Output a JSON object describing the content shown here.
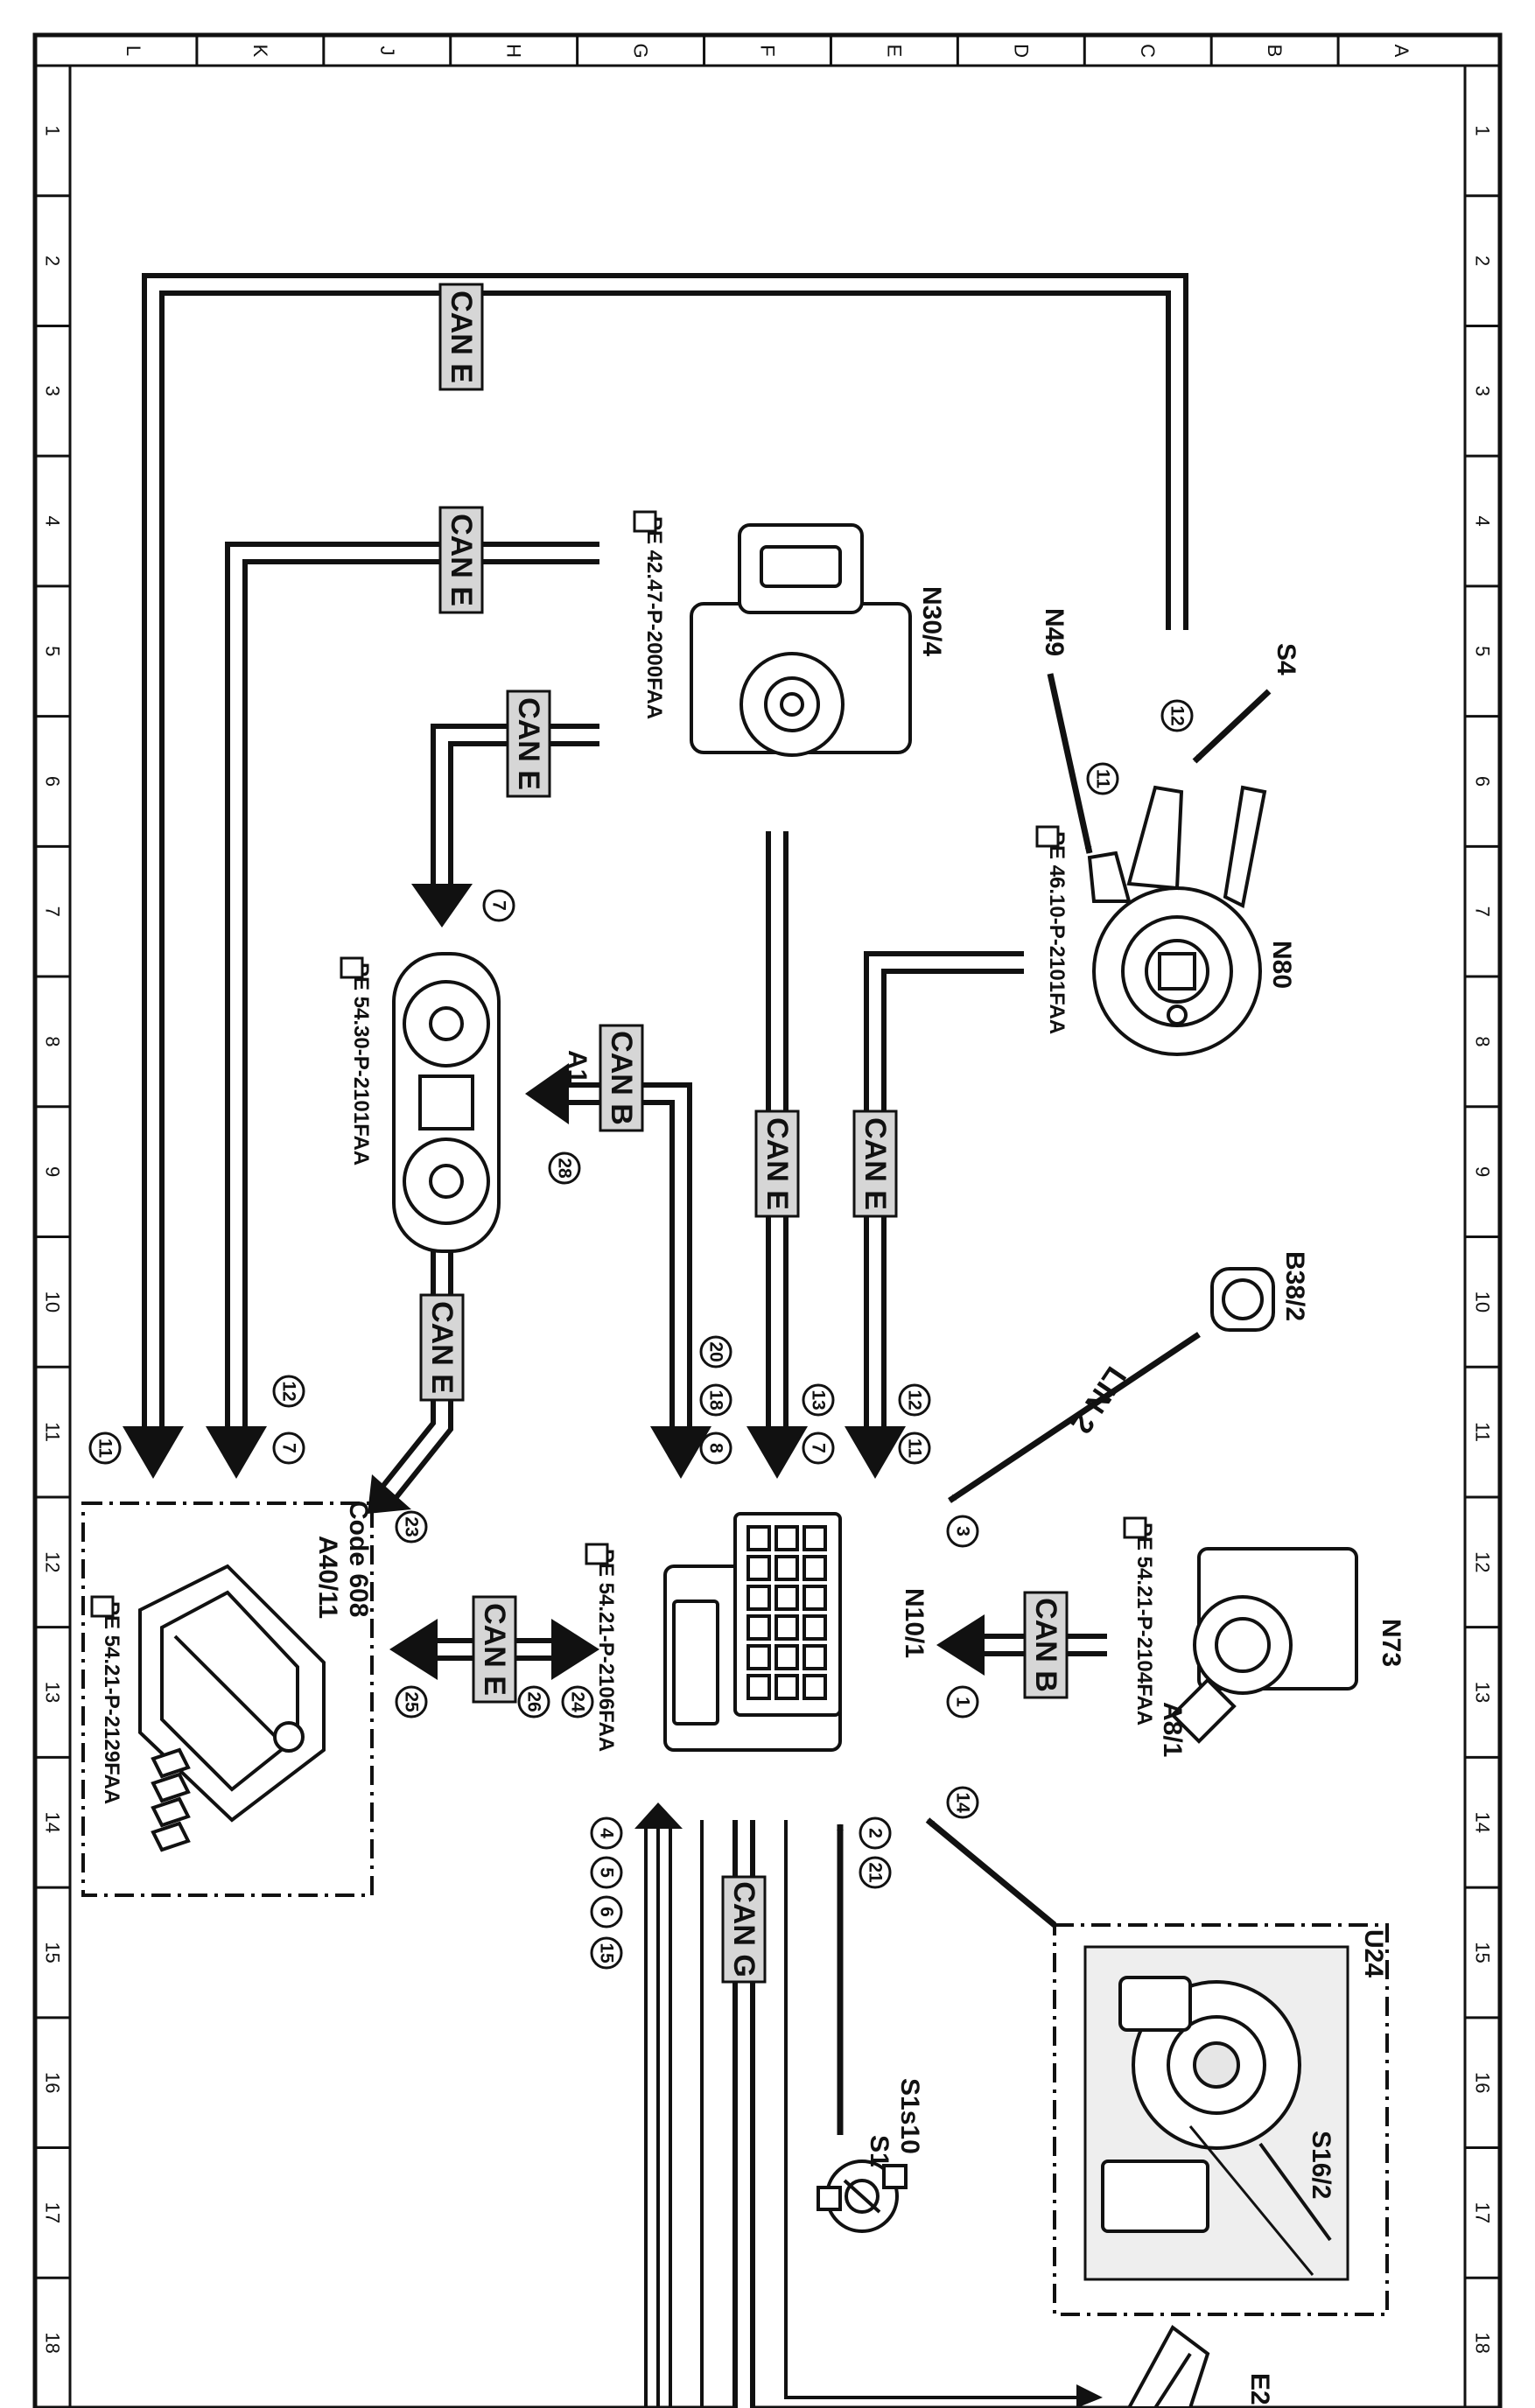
{
  "border": {
    "column_letters": [
      "L",
      "K",
      "J",
      "H",
      "G",
      "F",
      "E",
      "D",
      "C",
      "B",
      "A"
    ],
    "row_numbers": [
      "1",
      "2",
      "3",
      "4",
      "5",
      "6",
      "7",
      "8",
      "9",
      "10",
      "11",
      "12",
      "13",
      "14",
      "15",
      "16",
      "17",
      "18"
    ]
  },
  "components": {
    "s4": "S4",
    "n49": "N49",
    "n80": "N80",
    "n80_ref": "PE 46.10-P-2101FAA",
    "n30_4": "N30/4",
    "n30_4_ref": "PE 42.47-P-2000FAA",
    "a1": "A1",
    "a1_ref": "PE 54.30-P-2101FAA",
    "b38_2": "B38/2",
    "n73": "N73",
    "a8_1": "A8/1",
    "a8_1_ref": "PE 54.21-P-2104FAA",
    "n10_1": "N10/1",
    "n10_1_ref": "PE 54.21-P-2106FAA",
    "code": "Code 608",
    "a40_11": "A40/11",
    "a40_11_ref": "PE 54.21-P-2129FAA",
    "u24": "U24",
    "s16_2": "S16/2",
    "s1s10": "S1s10",
    "s1": "S1",
    "e2": "E2"
  },
  "bus_labels": {
    "can_e": "CAN E",
    "can_b": "CAN B",
    "can_g": "CAN G",
    "lin_2": "LIN 2"
  },
  "signal_numbers": {
    "n1": "1",
    "n2": "2",
    "n3": "3",
    "n4": "4",
    "n5": "5",
    "n6": "6",
    "n7": "7",
    "n8": "8",
    "n11": "11",
    "n12": "12",
    "n13": "13",
    "n14": "14",
    "n15": "15",
    "n18": "18",
    "n20": "20",
    "n21": "21",
    "n23": "23",
    "n24": "24",
    "n25": "25",
    "n26": "26",
    "n28": "28"
  },
  "icons": {
    "reference_icon": "pointing-hand-icon"
  }
}
